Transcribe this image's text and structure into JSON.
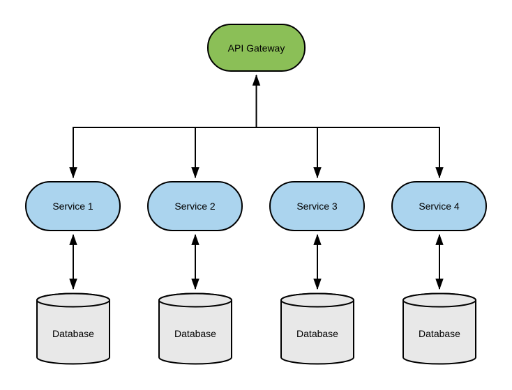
{
  "diagram": {
    "background": "#ffffff",
    "line_color": "#000000",
    "gateway": {
      "label": "API Gateway",
      "fill": "#8BBF57",
      "border": "#000000"
    },
    "services": [
      {
        "label": "Service 1"
      },
      {
        "label": "Service 2"
      },
      {
        "label": "Service 3"
      },
      {
        "label": "Service 4"
      }
    ],
    "service_fill": "#ABD4EE",
    "databases": [
      {
        "label": "Database"
      },
      {
        "label": "Database"
      },
      {
        "label": "Database"
      },
      {
        "label": "Database"
      }
    ],
    "database_fill": "#E8E8E8",
    "edges": [
      {
        "from": "services bus",
        "to": "API Gateway",
        "bidirectional": false
      },
      {
        "from": "bus",
        "to": "Service 1",
        "bidirectional": false
      },
      {
        "from": "bus",
        "to": "Service 2",
        "bidirectional": false
      },
      {
        "from": "bus",
        "to": "Service 3",
        "bidirectional": false
      },
      {
        "from": "bus",
        "to": "Service 4",
        "bidirectional": false
      },
      {
        "from": "Service 1",
        "to": "Database",
        "bidirectional": true
      },
      {
        "from": "Service 2",
        "to": "Database",
        "bidirectional": true
      },
      {
        "from": "Service 3",
        "to": "Database",
        "bidirectional": true
      },
      {
        "from": "Service 4",
        "to": "Database",
        "bidirectional": true
      }
    ]
  }
}
